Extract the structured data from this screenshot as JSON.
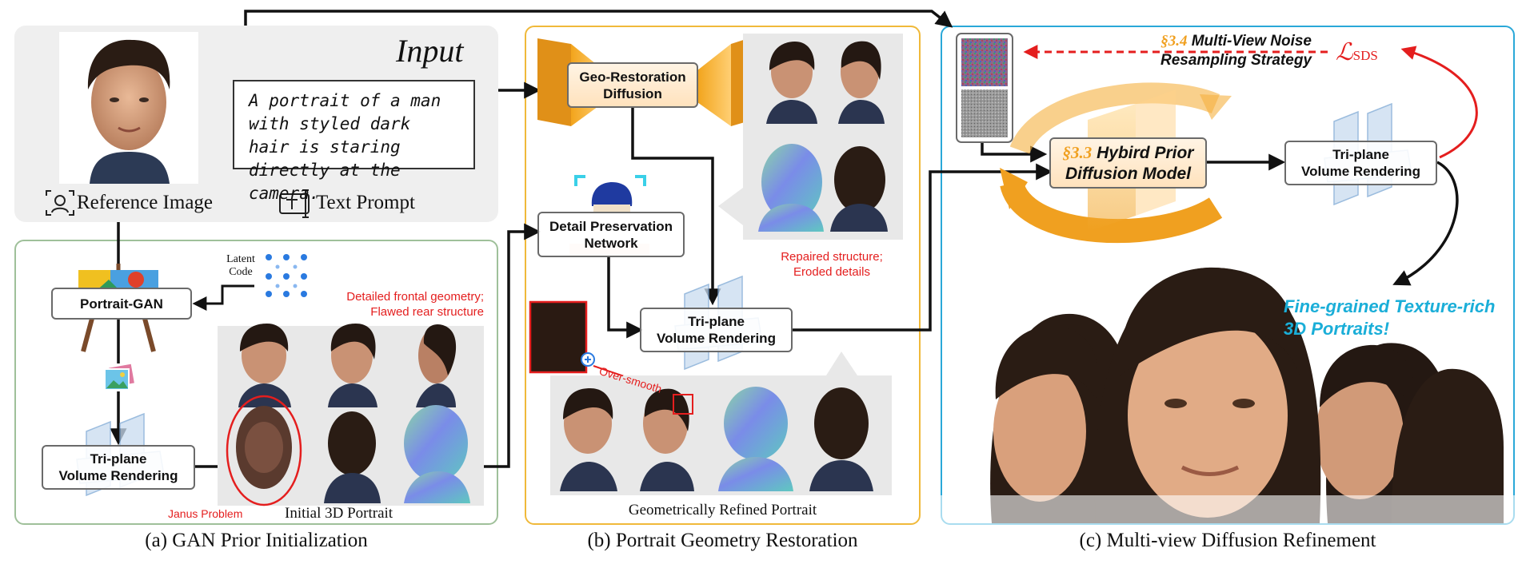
{
  "section_a": {
    "input_title": "Input",
    "text_prompt": "A portrait of a man with styled dark hair is staring directly at the camera.",
    "reference_label": "Reference Image",
    "text_prompt_label": "Text Prompt",
    "latent_code_label": "Latent Code",
    "portrait_gan": "Portrait-GAN",
    "triplane_line1": "Tri-plane",
    "triplane_line2": "Volume Rendering",
    "annotation_line1": "Detailed frontal geometry;",
    "annotation_line2": "Flawed rear structure",
    "janus_label": "Janus Problem",
    "initial_label": "Initial 3D Portrait",
    "caption": "(a) GAN Prior Initialization"
  },
  "section_b": {
    "geo_line1": "Geo-Restoration",
    "geo_line2": "Diffusion",
    "detail_line1": "Detail Preservation",
    "detail_line2": "Network",
    "triplane_line1": "Tri-plane",
    "triplane_line2": "Volume Rendering",
    "repaired_line1": "Repaired structure;",
    "repaired_line2": "Eroded details",
    "oversmooth_label": "Over-smooth",
    "refined_label": "Geometrically Refined Portrait",
    "caption": "(b) Portrait Geometry Restoration"
  },
  "section_c": {
    "noise_section": "§3.4",
    "noise_line1": "Multi-View Noise",
    "noise_line2": "Resampling Strategy",
    "sds_symbol": "ℒ",
    "sds_subscript": "SDS",
    "hybrid_section": "§3.3",
    "hybrid_line1": "Hybird Prior",
    "hybrid_line2": "Diffusion Model",
    "triplane_line1": "Tri-plane",
    "triplane_line2": "Volume Rendering",
    "result_line1": "Fine-grained Texture-rich",
    "result_line2": "3D Portraits!",
    "caption": "(c) Multi-view Diffusion Refinement"
  },
  "colors": {
    "panel_a_border": "#9fc09a",
    "panel_b_border": "#f0b93a",
    "panel_c_border": "#2aa8d8",
    "annotation_red": "#e41e1e",
    "accent_orange": "#f0a020",
    "accent_cyan": "#1aaed8"
  }
}
